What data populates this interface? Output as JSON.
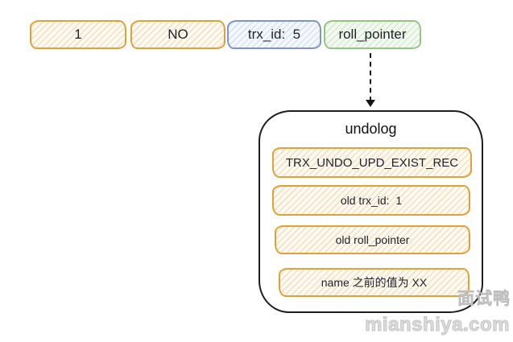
{
  "record_row": {
    "cells": [
      {
        "label": "1",
        "color_style": "orange"
      },
      {
        "label": "NO",
        "color_style": "orange"
      },
      {
        "label": "trx_id:  5",
        "color_style": "blue"
      },
      {
        "label": "roll_pointer",
        "color_style": "green"
      }
    ]
  },
  "connector": {
    "style": "dashed-down-arrow",
    "from": "roll_pointer",
    "to": "undolog"
  },
  "undolog": {
    "title": "undolog",
    "entries": [
      "TRX_UNDO_UPD_EXIST_REC",
      "old trx_id:  1",
      "old roll_pointer",
      "name 之前的值为 XX"
    ]
  },
  "watermark": {
    "name": "面试鸭",
    "site": "mianshiya.com"
  },
  "colors": {
    "orange-border": "#dfa13a",
    "blue-border": "#8095c7",
    "green-border": "#94c587",
    "outline": "#1e1e1e",
    "watermark": "#cecece"
  }
}
